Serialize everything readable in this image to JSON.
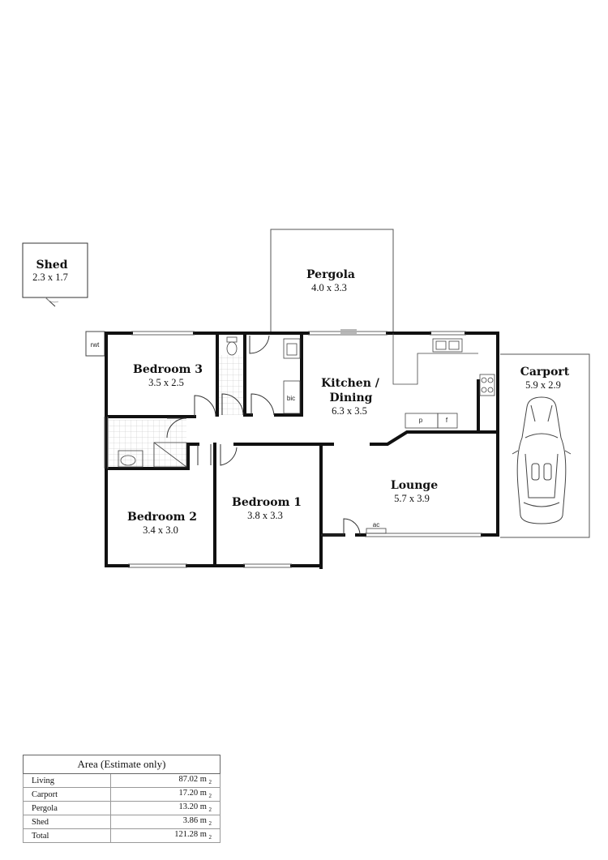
{
  "rooms": {
    "shed": {
      "name": "Shed",
      "dims": "2.3 x 1.7"
    },
    "pergola": {
      "name": "Pergola",
      "dims": "4.0 x 3.3"
    },
    "bedroom3": {
      "name": "Bedroom 3",
      "dims": "3.5 x 2.5"
    },
    "kitchen_line1": {
      "name": "Kitchen /"
    },
    "kitchen_line2": {
      "name": "Dining",
      "dims": "6.3 x 3.5"
    },
    "carport": {
      "name": "Carport",
      "dims": "5.9 x 2.9"
    },
    "lounge": {
      "name": "Lounge",
      "dims": "5.7 x 3.9"
    },
    "bedroom1": {
      "name": "Bedroom 1",
      "dims": "3.8 x 3.3"
    },
    "bedroom2": {
      "name": "Bedroom 2",
      "dims": "3.4 x 3.0"
    }
  },
  "labels": {
    "rwt": "rwt",
    "bic": "bic",
    "p": "p",
    "f": "f",
    "ac": "ac"
  },
  "area_table": {
    "title": "Area (Estimate only)",
    "unit": "m",
    "unit_sup": "2",
    "rows": [
      {
        "label": "Living",
        "value": "87.02"
      },
      {
        "label": "Carport",
        "value": "17.20"
      },
      {
        "label": "Pergola",
        "value": "13.20"
      },
      {
        "label": "Shed",
        "value": "3.86"
      },
      {
        "label": "Total",
        "value": "121.28"
      }
    ]
  }
}
